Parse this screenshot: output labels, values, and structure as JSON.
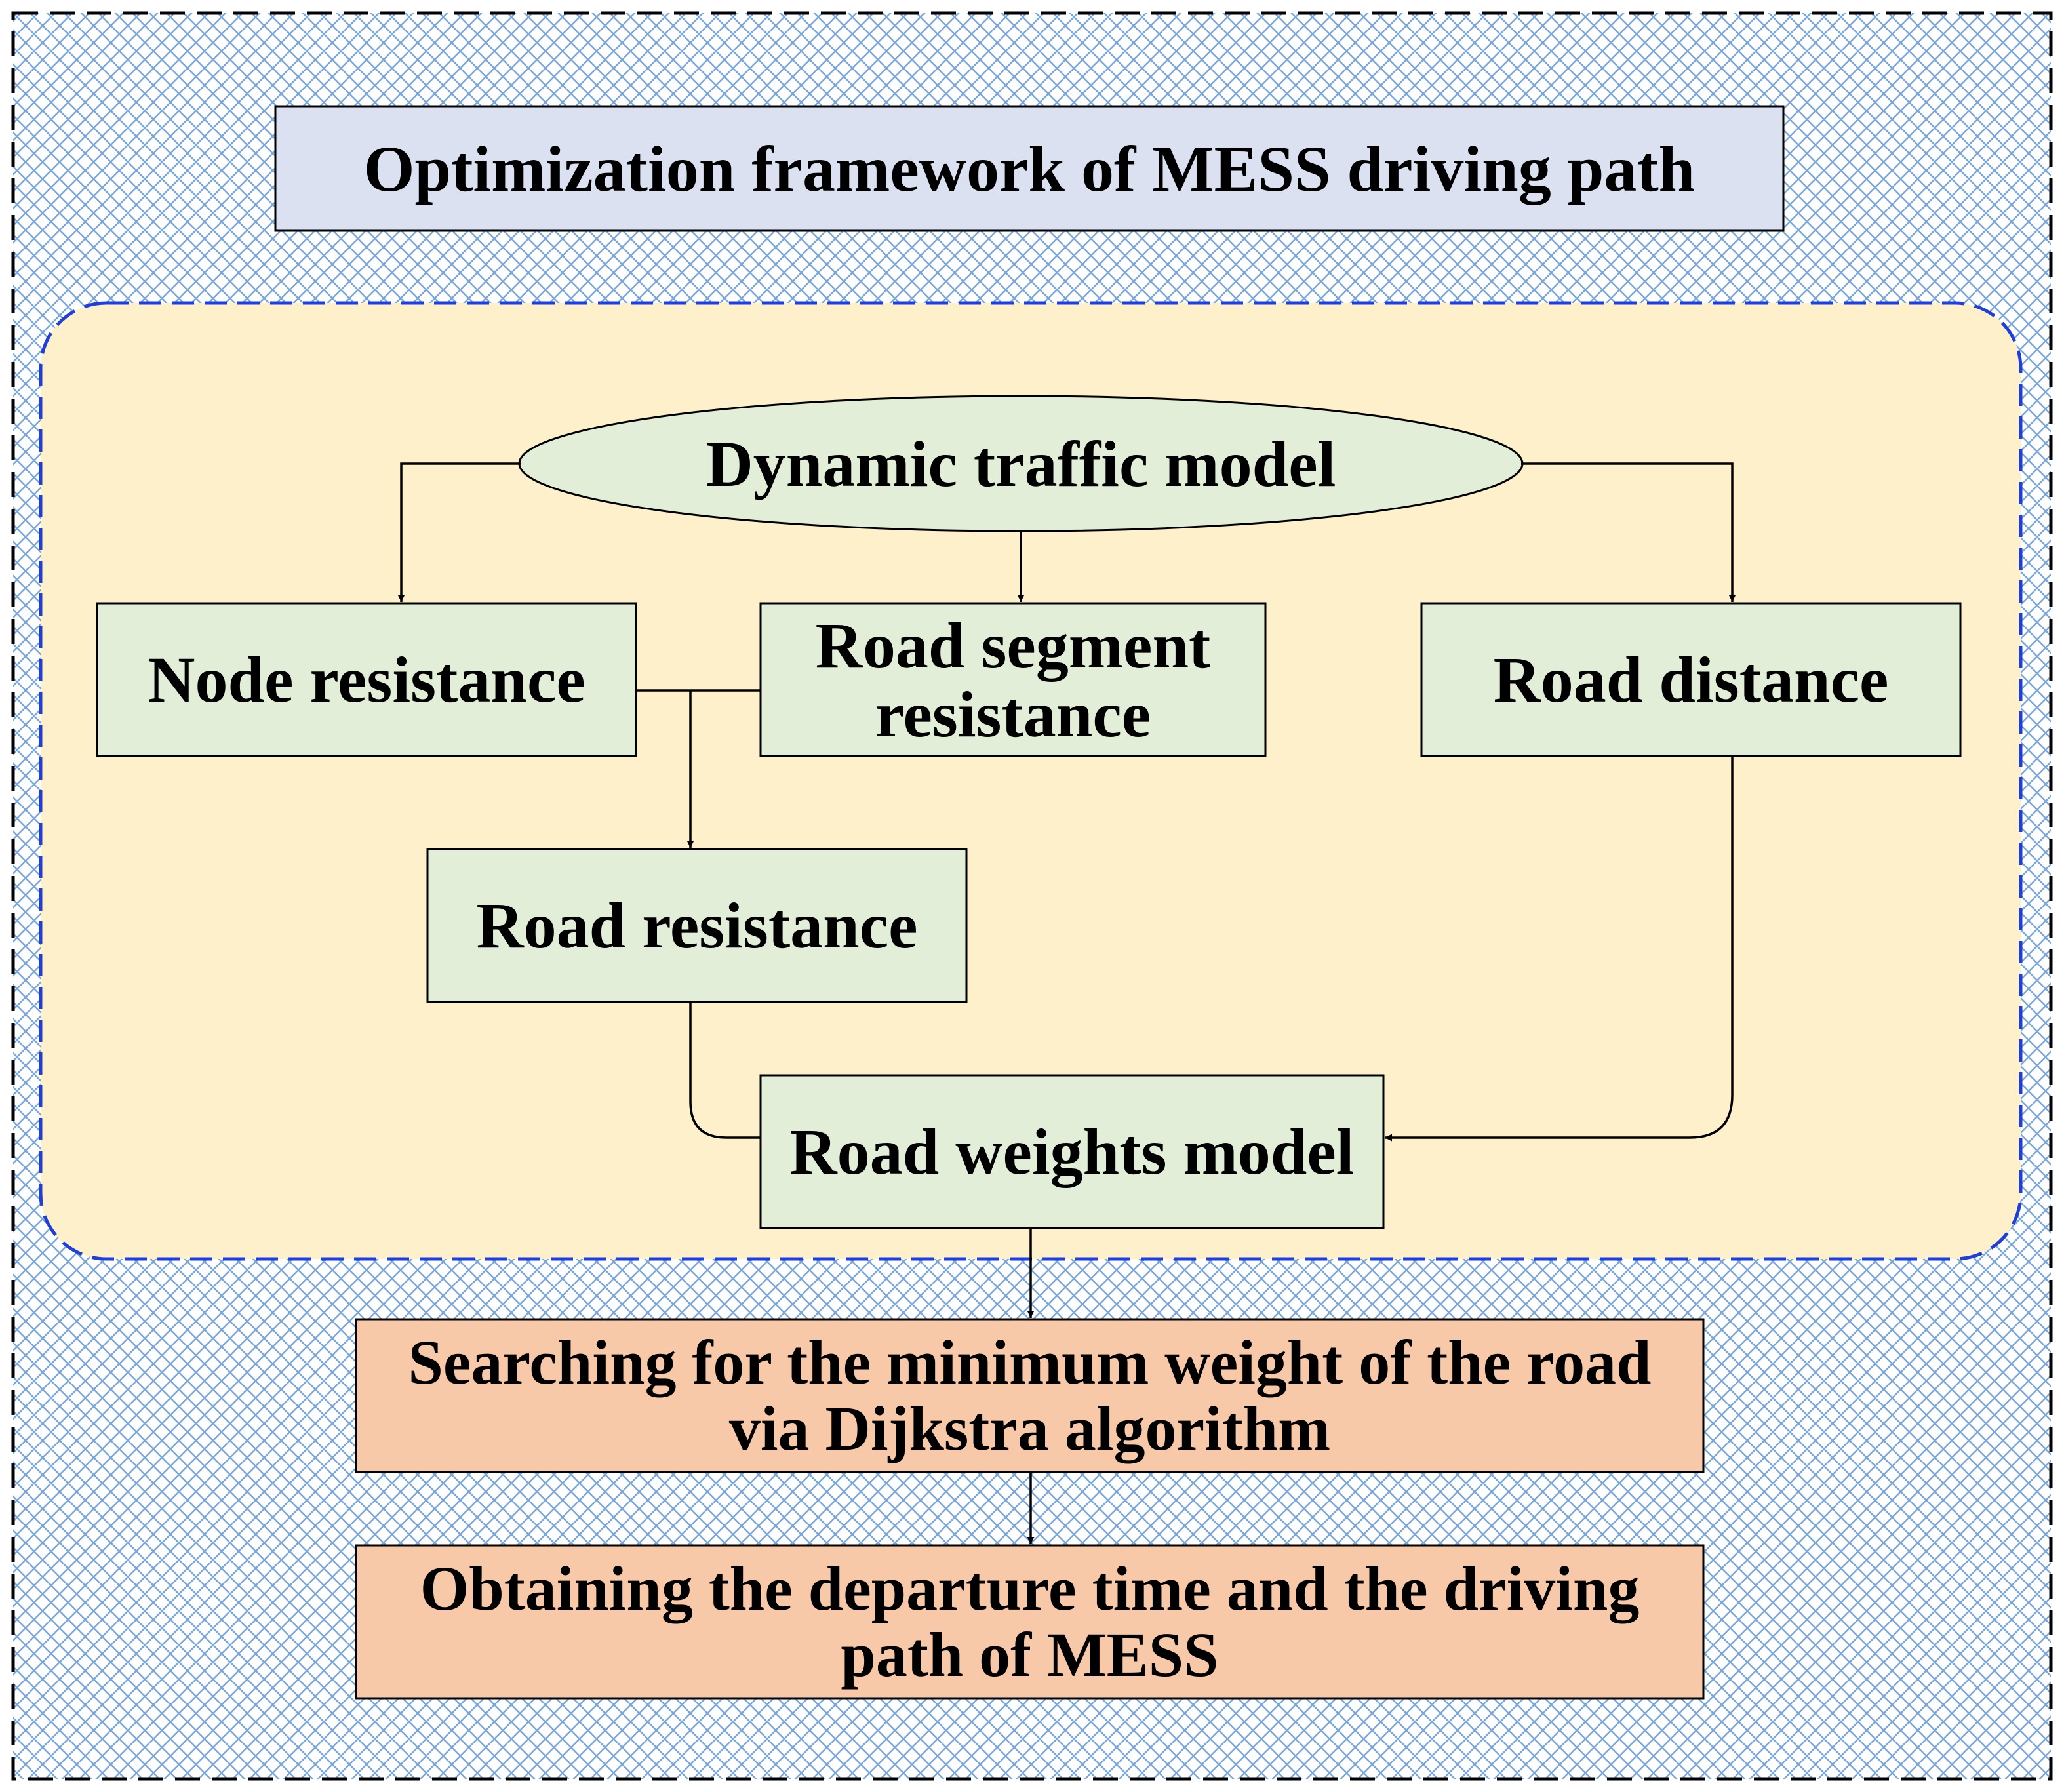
{
  "title": "Optimization framework of MESS driving path",
  "nodes": {
    "dynamic_traffic_model": "Dynamic traffic model",
    "node_resistance": "Node resistance",
    "road_segment_resistance": "Road segment resistance",
    "road_distance": "Road distance",
    "road_resistance": "Road resistance",
    "road_weights_model": "Road weights model",
    "dijkstra_search": "Searching for the minimum weight of the road via Dijkstra algorithm",
    "departure_result": "Obtaining the departure time and the driving path of MESS"
  },
  "colors": {
    "background_pattern": "#7aa7d8",
    "title_fill": "#dbe1f1",
    "panel_fill": "#fff0cc",
    "panel_border": "#1f3fd6",
    "node_fill": "#e3eed8",
    "result_fill": "#f7c9a8",
    "outer_border": "#000000",
    "line": "#000000"
  }
}
